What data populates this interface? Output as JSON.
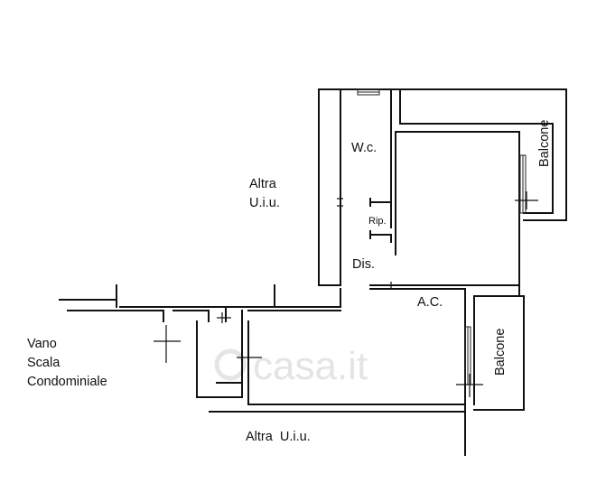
{
  "plan": {
    "labels": {
      "altra_top_line1": "Altra",
      "altra_top_line2": "U.i.u.",
      "wc": "W.c.",
      "rip": "Rip.",
      "dis": "Dis.",
      "ac": "A.C.",
      "balcone_top": "Balcone",
      "balcone_bottom": "Balcone",
      "vano_line1": "Vano",
      "vano_line2": "Scala",
      "vano_line3": "Condominiale",
      "altra_bottom": "Altra  U.i.u."
    },
    "watermark": "casa.it"
  }
}
